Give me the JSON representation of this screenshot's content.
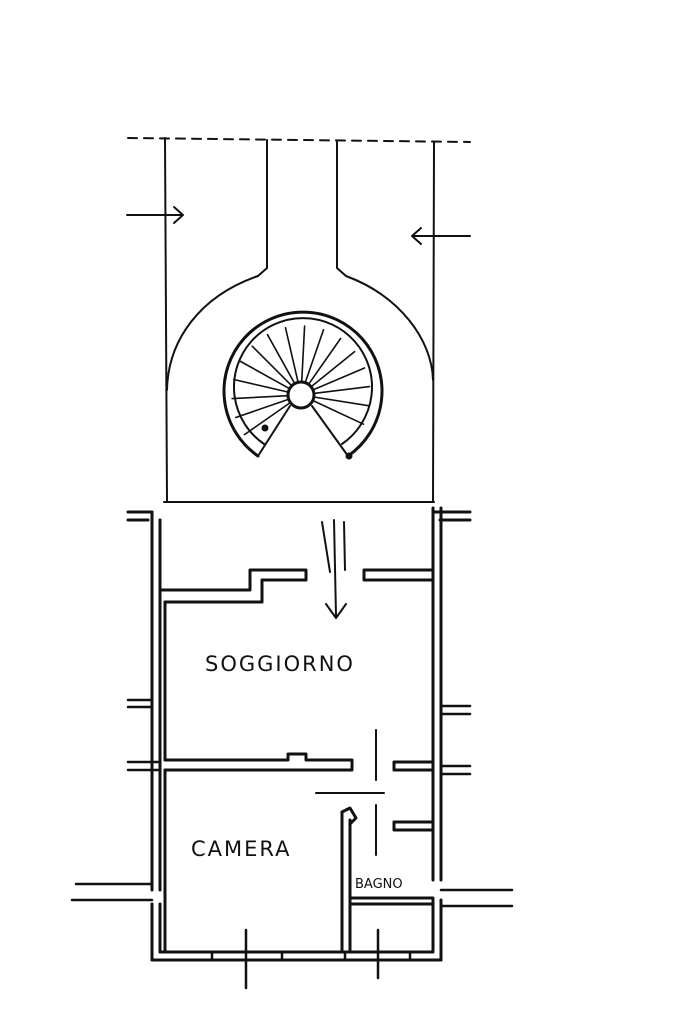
{
  "labels": {
    "living_room": "SOGGIORNO",
    "bedroom": "CAMERA",
    "bathroom": "BAGNO"
  },
  "colors": {
    "ink": "#111111",
    "paper": "#ffffff"
  }
}
